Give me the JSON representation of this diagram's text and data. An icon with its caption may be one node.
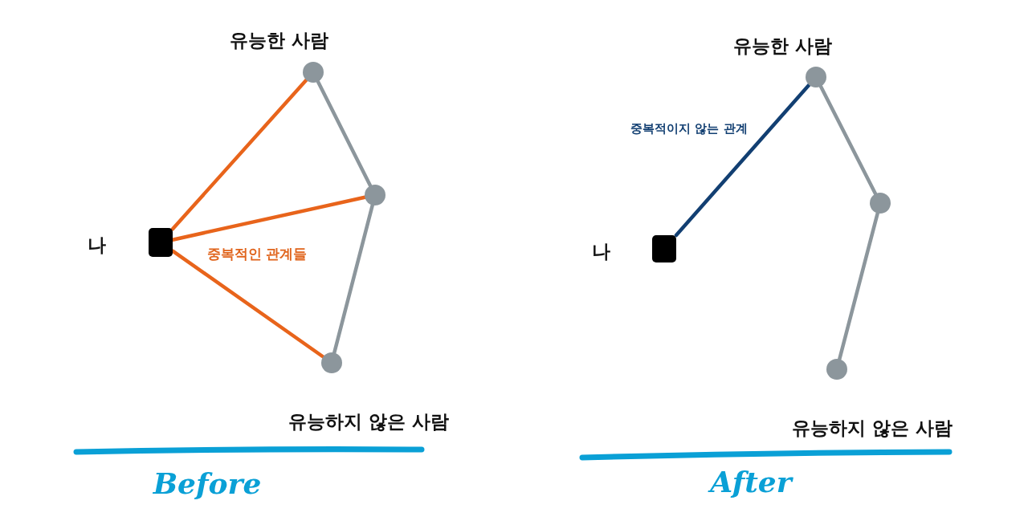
{
  "diagram": {
    "nodes": [
      {
        "text": [],
        "shape": "box",
        "beside": [
          "나"
        ]
      },
      {
        "text": [],
        "shape": "circle",
        "beside": [
          "유능한 사람"
        ]
      },
      {
        "text": [],
        "shape": "circle"
      },
      {
        "text": [],
        "shape": "circle",
        "beside": [
          "유능하지 않은 사람"
        ]
      },
      {
        "text": [],
        "shape": "box",
        "beside": [
          "나"
        ]
      },
      {
        "text": [],
        "shape": "circle",
        "beside": [
          "유능한 사람"
        ]
      },
      {
        "text": [],
        "shape": "circle"
      },
      {
        "text": [],
        "shape": "circle",
        "beside": [
          "유능하지 않은 사람"
        ]
      }
    ],
    "edges": [
      {
        "from": 0,
        "to": 1,
        "arrow": "none",
        "color": "#e8641b"
      },
      {
        "from": 0,
        "to": 2,
        "arrow": "none",
        "color": "#e8641b"
      },
      {
        "from": 0,
        "to": 3,
        "arrow": "none",
        "color": "#e8641b"
      },
      {
        "from": 1,
        "to": 2,
        "arrow": "none"
      },
      {
        "from": 2,
        "to": 3,
        "arrow": "none"
      },
      {
        "from": 4,
        "to": 5,
        "arrow": "none",
        "label": "중복적이지 않는 관계",
        "color": "#123f72"
      },
      {
        "from": 5,
        "to": 6,
        "arrow": "none"
      },
      {
        "from": 6,
        "to": 7,
        "arrow": "none"
      }
    ],
    "labels": [
      "중복적인 관계들",
      "Before",
      "After"
    ]
  }
}
